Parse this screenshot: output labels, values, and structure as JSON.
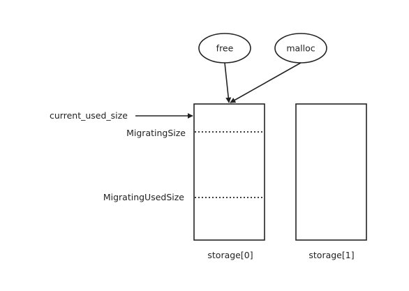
{
  "nodes": {
    "free": "free",
    "malloc": "malloc"
  },
  "labels": {
    "current_used_size": "current_used_size",
    "migrating_size": "MigratingSize",
    "migrating_used_size": "MigratingUsedSize"
  },
  "storages": [
    {
      "label": "storage[0]"
    },
    {
      "label": "storage[1]"
    }
  ],
  "colors": {
    "stroke": "#222222",
    "background": "#ffffff"
  }
}
